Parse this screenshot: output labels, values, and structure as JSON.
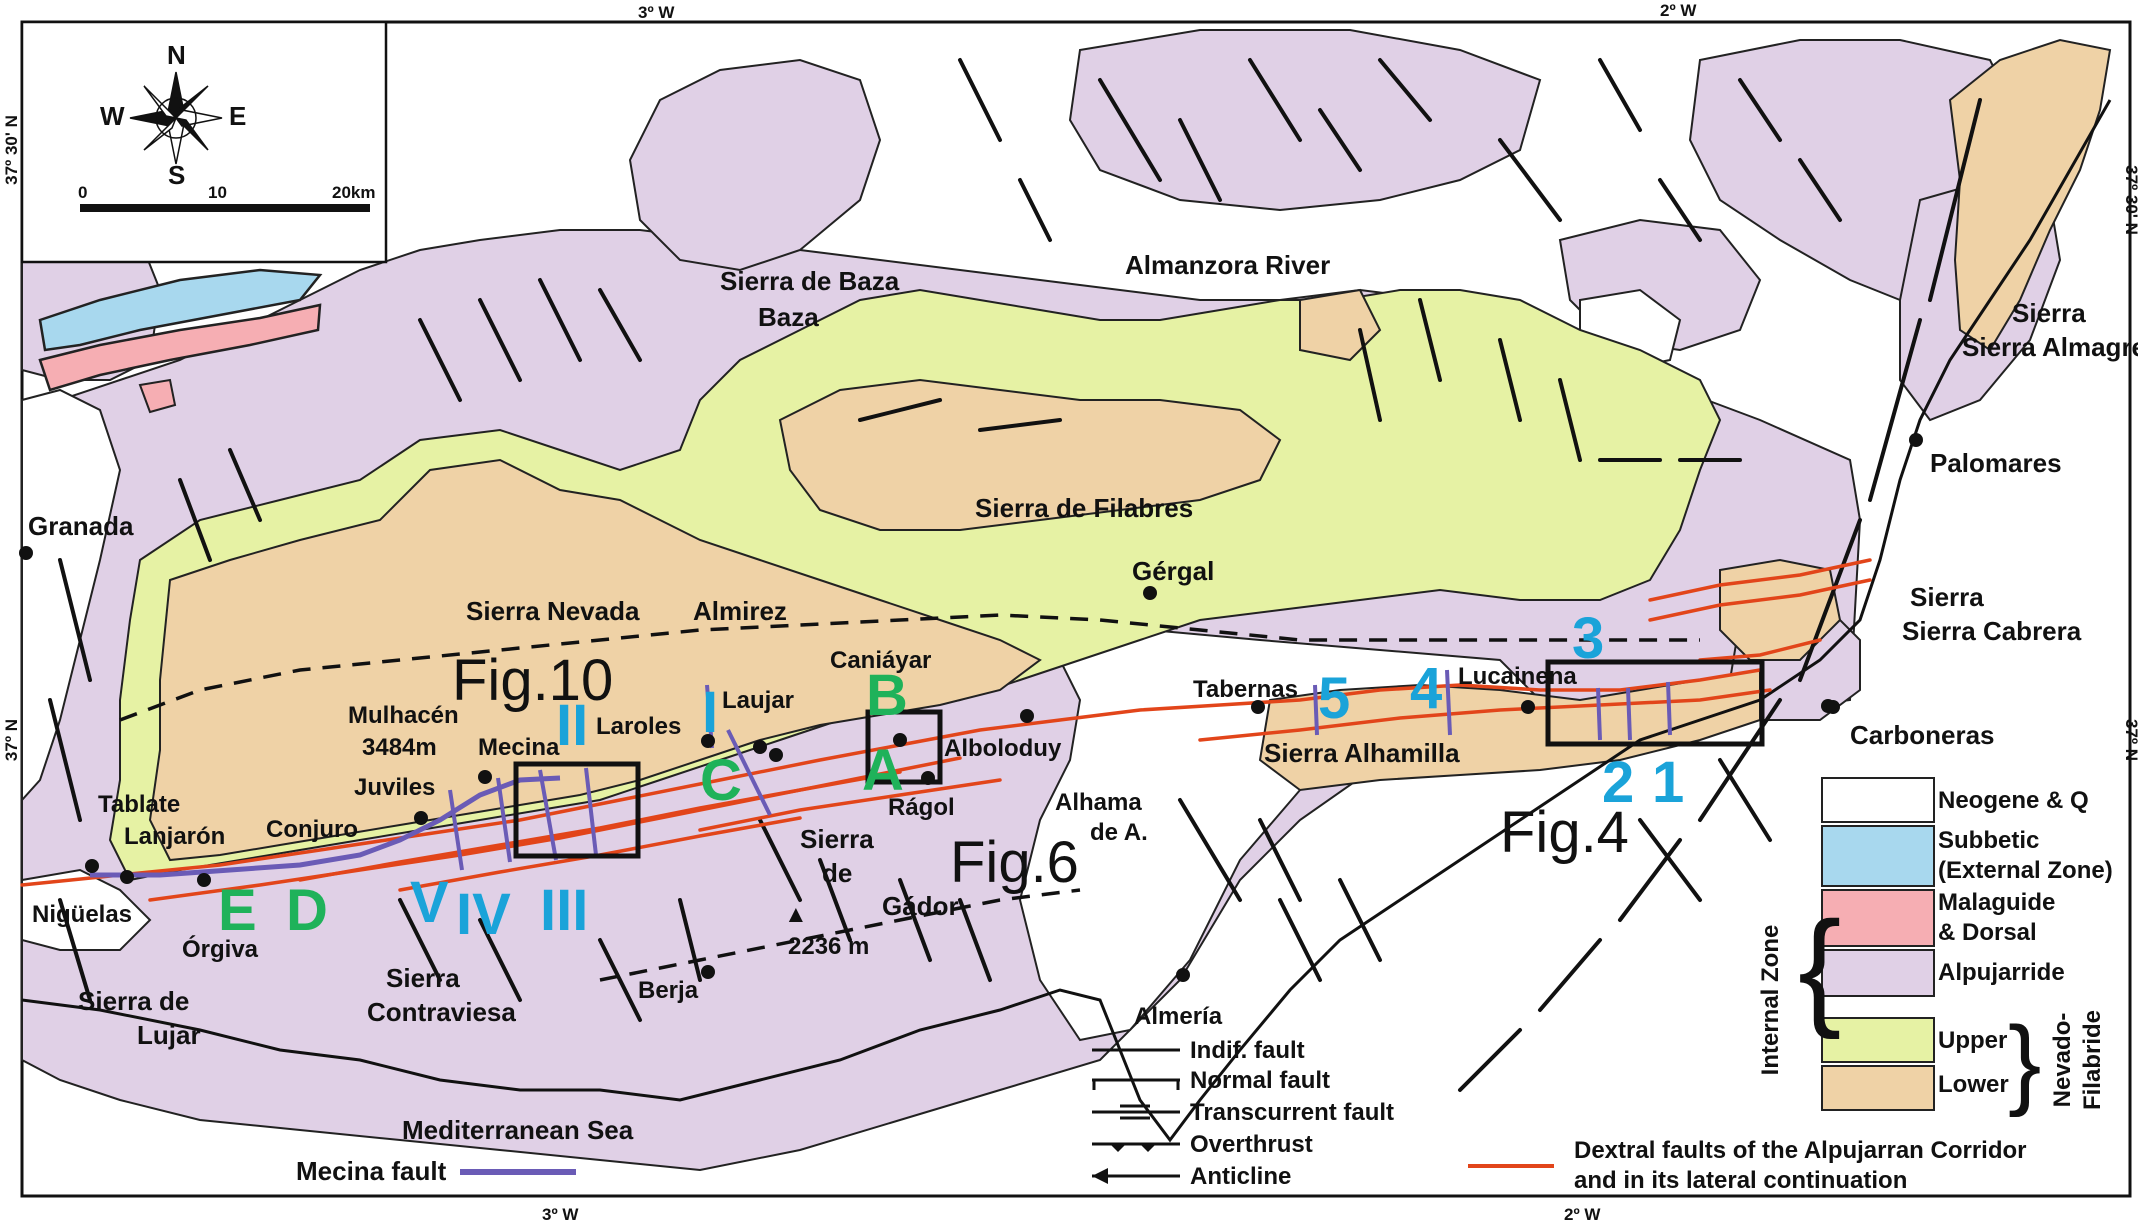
{
  "coordinates": {
    "top_3w": "3º W",
    "top_2w": "2º W",
    "bottom_3w": "3º W",
    "bottom_2w": "2º W",
    "left_37_30": "37º 30' N",
    "left_37": "37º N",
    "right_37_30": "37º 30' N",
    "right_37": "37º N"
  },
  "compass": {
    "north": "N",
    "south": "S",
    "east": "E",
    "west": "W"
  },
  "scale": {
    "zero": "0",
    "ten": "10",
    "end": "20km"
  },
  "places": {
    "granada": "Granada",
    "sierra_de_baza": "Sierra de Baza",
    "almanzora_river": "Almanzora River",
    "sierra_almagrera": "Sierra Almagrera",
    "palomares": "Palomares",
    "sierra_de_filabres": "Sierra de Filabres",
    "sierra_nevada": "Sierra Nevada",
    "almirez": "Almirez",
    "gergal": "Gérgal",
    "sierra_cabrera": "Sierra Cabrera",
    "caniayar": "Caniáyar",
    "laujar": "Laujar",
    "laroles": "Laroles",
    "tabernas": "Tabernas",
    "lucainena": "Lucainena",
    "carboneras": "Carboneras",
    "mulhacen": "Mulhacén",
    "mulhacen_alt": "3484m",
    "mecina": "Mecina",
    "alboloduy": "Alboloduy",
    "sierra_alhamilla": "Sierra Alhamilla",
    "juviles": "Juviles",
    "tablate": "Tablate",
    "lanjaron": "Lanjarón",
    "conjuro": "Conjuro",
    "alhama": "Alhama",
    "alhama2": "de A.",
    "ragol": "Rágol",
    "sierra_de_gador": "Sierra",
    "sierra_de_gador2": "de",
    "sierra_de_gador3": "Gádor",
    "niguelas": "Nigüelas",
    "orgiva": "Órgiva",
    "gador_peak": "2236 m",
    "sierra_de_lujar": "Sierra de",
    "sierra_de_lujar2": "Lujar",
    "sierra_contraviesa": "Sierra",
    "sierra_contraviesa2": "Contraviesa",
    "berja": "Berja",
    "almeria": "Almería",
    "mediterranean": "Mediterranean Sea"
  },
  "figure_refs": {
    "fig10": "Fig.10",
    "fig6": "Fig.6",
    "fig4": "Fig.4"
  },
  "section_labels": {
    "I": "I",
    "II": "II",
    "III": "III",
    "IV": "IV",
    "V": "V",
    "A": "A",
    "B": "B",
    "C": "C",
    "D": "D",
    "E": "E",
    "n1": "1",
    "n2": "2",
    "n3": "3",
    "n4": "4",
    "n5": "5"
  },
  "legend": {
    "neogene": "Neogene & Q",
    "subbetic": "Subbetic",
    "subbetic2": "(External Zone)",
    "malaguide": "Malaguide",
    "malaguide2": "& Dorsal",
    "alpujarride": "Alpujarride",
    "upper": "Upper",
    "lower": "Lower",
    "internal_zone": "Internal Zone",
    "nevado1": "Nevado-",
    "nevado2": "Filabride",
    "indif_fault": "Indif. fault",
    "normal_fault": "Normal fault",
    "transcurrent_fault": "Transcurrent fault",
    "overthrust": "Overthrust",
    "anticline": "Anticline",
    "mecina_fault": "Mecina fault",
    "dextral1": "Dextral faults of the Alpujarran Corridor",
    "dextral2": "and in its lateral continuation"
  },
  "colors": {
    "neogene": "#ffffff",
    "subbetic": "#a8d8ee",
    "malaguide": "#f6aeb3",
    "alpujarride": "#e0d0e6",
    "upper": "#e6f2a4",
    "lower": "#efd2a6",
    "dextral": "#e2451a",
    "mecina": "#6a5bb6",
    "section_cyan": "#1aa3d9",
    "section_green": "#1fb25a"
  }
}
